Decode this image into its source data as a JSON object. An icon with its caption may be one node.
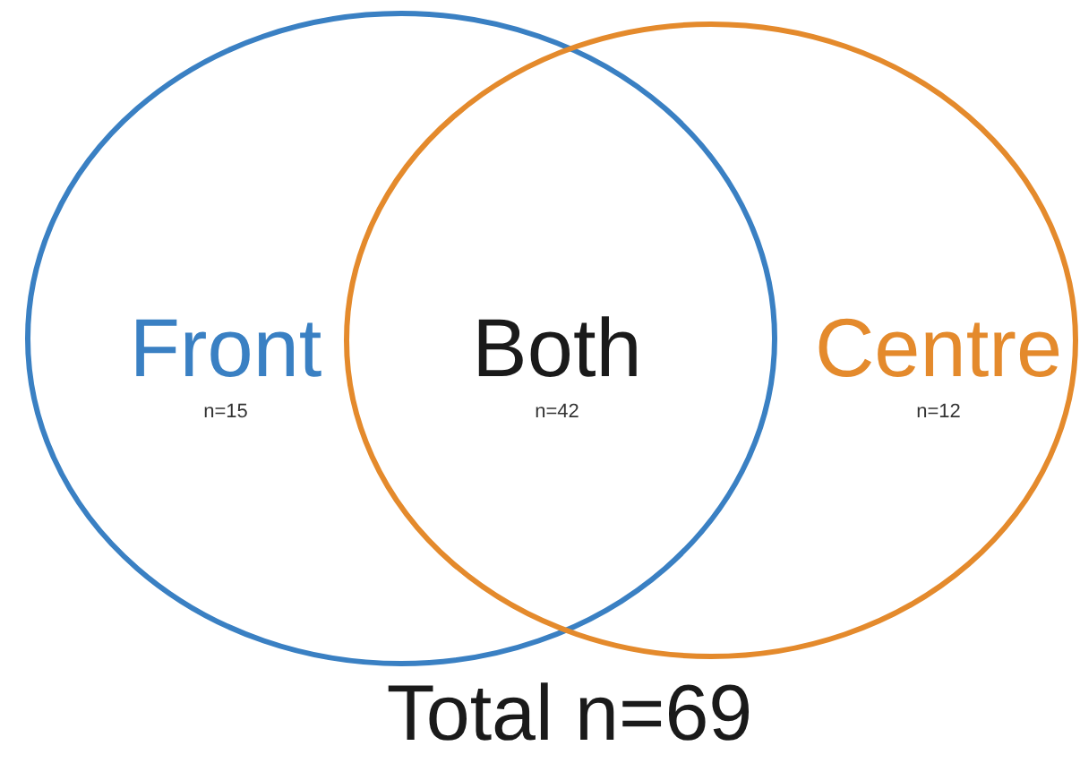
{
  "diagram": {
    "caption": "Total n=69",
    "nodes": [
      {
        "text": [
          "Front",
          "n=15"
        ]
      },
      {
        "text": [
          "Centre",
          "n=12"
        ]
      }
    ],
    "labels": [
      "Both",
      "n=42"
    ]
  }
}
